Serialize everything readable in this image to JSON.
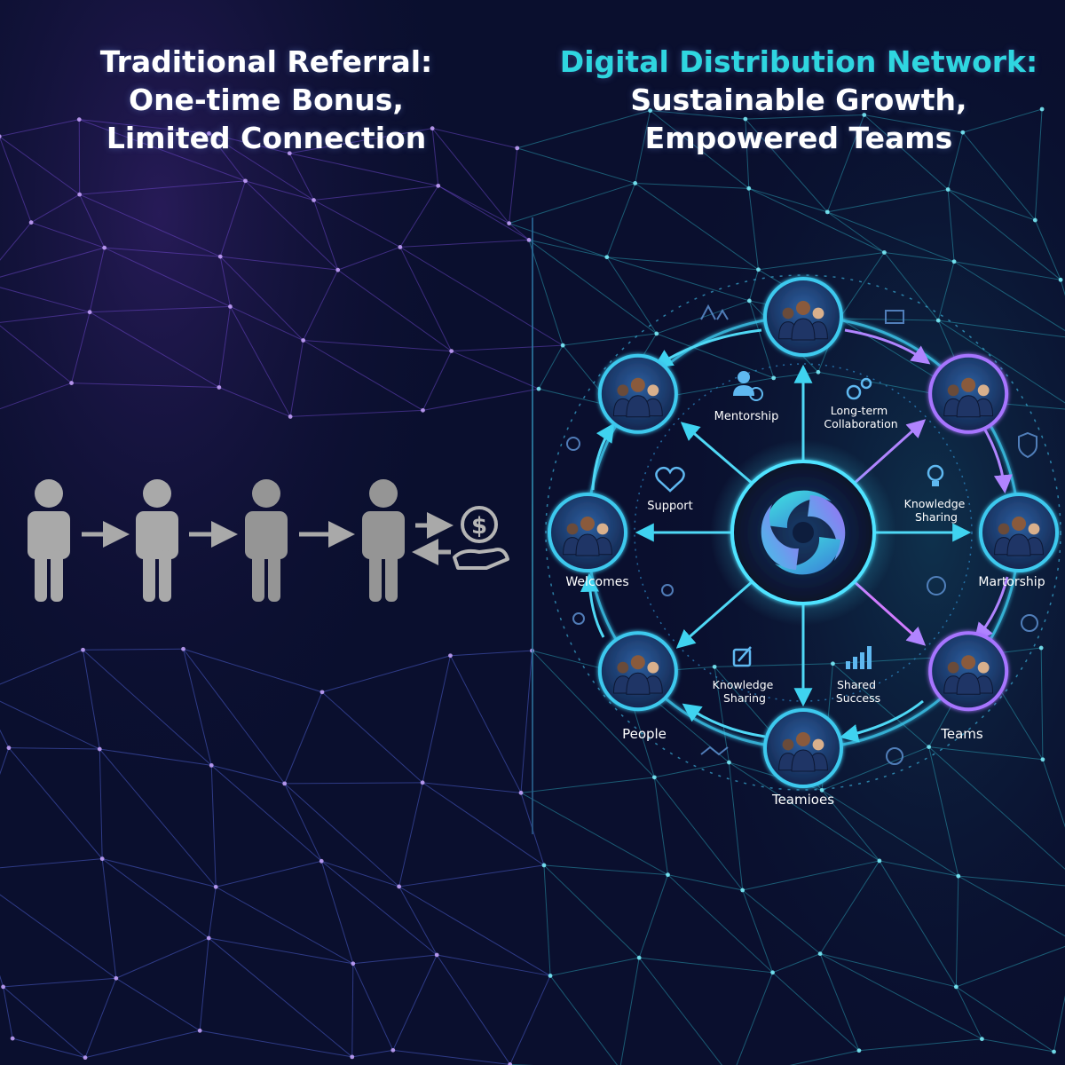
{
  "left_panel": {
    "headline": [
      "Traditional Referral:",
      "One-time Bonus,",
      "Limited Connection"
    ],
    "chain_people": 4,
    "money_icon": "dollar-coin-in-hand-icon"
  },
  "right_panel": {
    "headline_accent": "Digital Distribution Network:",
    "headline": [
      "Sustainable Growth,",
      "Empowered Teams"
    ],
    "hub_icon": "swirl-logo-icon",
    "nodes": [
      {
        "name": "node-top",
        "label": ""
      },
      {
        "name": "node-top-right",
        "label": ""
      },
      {
        "name": "node-right",
        "label": "Martorship"
      },
      {
        "name": "node-bottom-right",
        "label": "Teams"
      },
      {
        "name": "node-bottom",
        "label": "Teamioes"
      },
      {
        "name": "node-bottom-left",
        "label": "People"
      },
      {
        "name": "node-left",
        "label": "Welcomes"
      },
      {
        "name": "node-top-left",
        "label": ""
      }
    ],
    "inner_labels": [
      {
        "name": "label-mentorship",
        "lines": [
          "Mentorship"
        ],
        "icon": "person-dollar-icon"
      },
      {
        "name": "label-long-term-collaboration",
        "lines": [
          "Long-term",
          "Collaboration"
        ],
        "icon": "gears-icon"
      },
      {
        "name": "label-support",
        "lines": [
          "Support"
        ],
        "icon": "heart-icon"
      },
      {
        "name": "label-knowledge-sharing-right",
        "lines": [
          "Knowledge",
          "Sharing"
        ],
        "icon": "lightbulb-icon"
      },
      {
        "name": "label-knowledge-sharing-bottom",
        "lines": [
          "Knowledge",
          "Sharing"
        ],
        "icon": "edit-icon"
      },
      {
        "name": "label-shared-success",
        "lines": [
          "Shared",
          "Success"
        ],
        "icon": "bar-chart-icon"
      }
    ]
  },
  "colors": {
    "background": "#0a0f2e",
    "accent_cyan": "#2fd6e0",
    "accent_purple": "#9b5cf6",
    "node_ring": "#38c8e8",
    "person_gray": "#a9a9a9"
  }
}
